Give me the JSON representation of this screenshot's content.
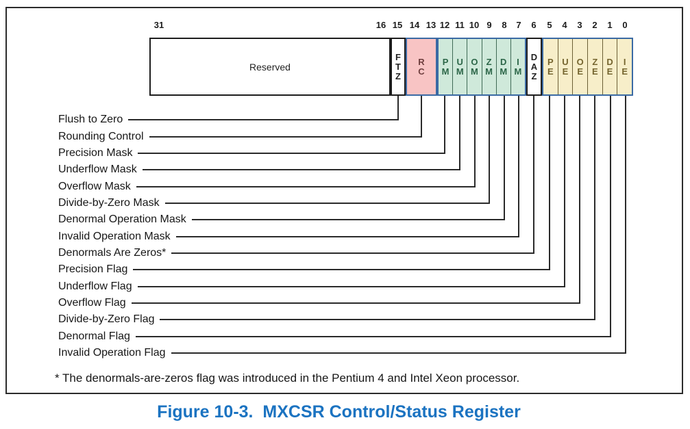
{
  "figure": {
    "caption": "Figure 10-3.  MXCSR Control/Status Register",
    "footnote": "* The denormals-are-zeros flag was introduced in the Pentium 4 and Intel Xeon processor."
  },
  "colors": {
    "group_border_blue": "#3a6aa4",
    "rc_fill_pink": "#f8c4c4",
    "mask_fill_green": "#cfe9da",
    "flag_fill_yellow": "#f7eec9",
    "caption_blue": "#1b73c1",
    "line_black": "#2a2a2a"
  },
  "register": {
    "name": "MXCSR",
    "bit_numbers": [
      "31",
      "16",
      "15",
      "14",
      "13",
      "12",
      "11",
      "10",
      "9",
      "8",
      "7",
      "6",
      "5",
      "4",
      "3",
      "2",
      "1",
      "0"
    ],
    "fields": [
      {
        "name": "Reserved",
        "bits": "31:16",
        "text": "Reserved"
      },
      {
        "name": "FTZ",
        "bits": "15",
        "text": "F\nT\nZ"
      },
      {
        "name": "RC",
        "bits": "14:13",
        "text": "R\nC"
      },
      {
        "name": "PM",
        "bits": "12",
        "text": "P\nM"
      },
      {
        "name": "UM",
        "bits": "11",
        "text": "U\nM"
      },
      {
        "name": "OM",
        "bits": "10",
        "text": "O\nM"
      },
      {
        "name": "ZM",
        "bits": "9",
        "text": "Z\nM"
      },
      {
        "name": "DM",
        "bits": "8",
        "text": "D\nM"
      },
      {
        "name": "IM",
        "bits": "7",
        "text": "I\nM"
      },
      {
        "name": "DAZ",
        "bits": "6",
        "text": "D\nA\nZ"
      },
      {
        "name": "PE",
        "bits": "5",
        "text": "P\nE"
      },
      {
        "name": "UE",
        "bits": "4",
        "text": "U\nE"
      },
      {
        "name": "OE",
        "bits": "3",
        "text": "O\nE"
      },
      {
        "name": "ZE",
        "bits": "2",
        "text": "Z\nE"
      },
      {
        "name": "DE",
        "bits": "1",
        "text": "D\nE"
      },
      {
        "name": "IE",
        "bits": "0",
        "text": "I\nE"
      }
    ]
  },
  "connectors": [
    {
      "label": "Flush to Zero",
      "bit": "15"
    },
    {
      "label": "Rounding Control",
      "bit": "14:13"
    },
    {
      "label": "Precision Mask",
      "bit": "12"
    },
    {
      "label": "Underflow Mask",
      "bit": "11"
    },
    {
      "label": "Overflow Mask",
      "bit": "10"
    },
    {
      "label": "Divide-by-Zero Mask",
      "bit": "9"
    },
    {
      "label": "Denormal Operation Mask",
      "bit": "8"
    },
    {
      "label": "Invalid Operation Mask",
      "bit": "7"
    },
    {
      "label": "Denormals Are Zeros*",
      "bit": "6"
    },
    {
      "label": "Precision Flag",
      "bit": "5"
    },
    {
      "label": "Underflow Flag",
      "bit": "4"
    },
    {
      "label": "Overflow Flag",
      "bit": "3"
    },
    {
      "label": "Divide-by-Zero Flag",
      "bit": "2"
    },
    {
      "label": "Denormal Flag",
      "bit": "1"
    },
    {
      "label": "Invalid Operation Flag",
      "bit": "0"
    }
  ]
}
